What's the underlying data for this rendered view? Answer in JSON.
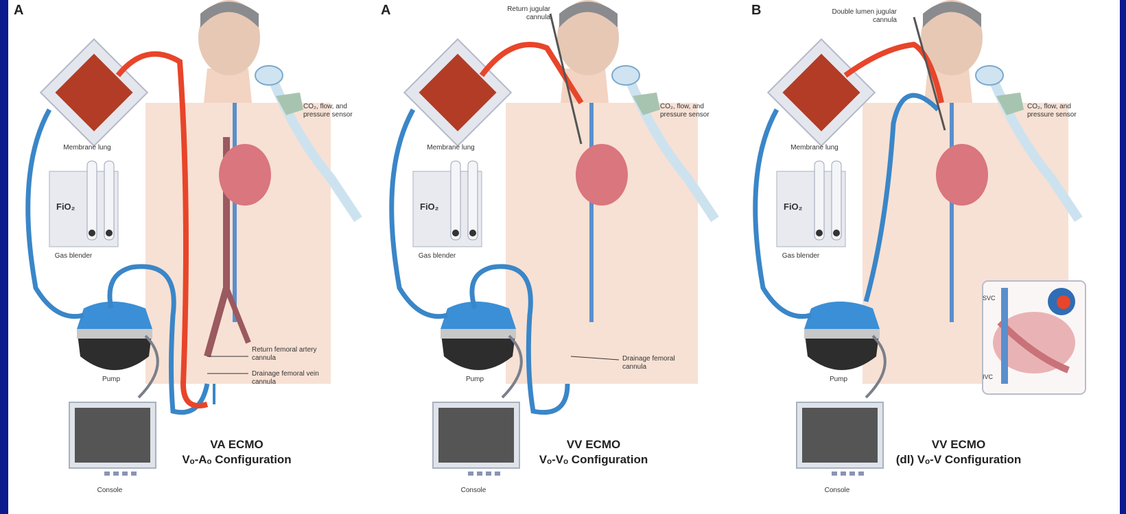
{
  "colors": {
    "background": "#0b1a8c",
    "oxygenated": "#e8452a",
    "venous": "#3a86c8",
    "skin": "#f6dccd",
    "heart": "#d9767e"
  },
  "panels": [
    {
      "letter": "A",
      "membrane_lung": "Membrane lung",
      "gas_blender": "Gas blender",
      "blender_symbol": "FiO₂",
      "pump": "Pump",
      "console": "Console",
      "sensor": "CO₂, flow, and pressure sensor",
      "callouts": [
        "Return femoral artery cannula",
        "Drainage femoral vein cannula"
      ],
      "title_line1": "VA ECMO",
      "title_line2": "Vₒ-Aₒ Configuration"
    },
    {
      "letter": "A",
      "membrane_lung": "Membrane lung",
      "gas_blender": "Gas blender",
      "blender_symbol": "FiO₂",
      "pump": "Pump",
      "console": "Console",
      "sensor": "CO₂, flow, and pressure sensor",
      "callouts": [
        "Return jugular cannula",
        "Drainage femoral cannula"
      ],
      "title_line1": "VV ECMO",
      "title_line2": "Vₒ-Vₒ Configuration"
    },
    {
      "letter": "B",
      "membrane_lung": "Membrane lung",
      "gas_blender": "Gas blender",
      "blender_symbol": "FiO₂",
      "pump": "Pump",
      "console": "Console",
      "sensor": "CO₂, flow, and pressure sensor",
      "callouts": [
        "Double lumen jugular cannula",
        "SVC",
        "IVC"
      ],
      "title_line1": "VV ECMO",
      "title_line2": "(dl) Vₒ-V Configuration"
    }
  ]
}
